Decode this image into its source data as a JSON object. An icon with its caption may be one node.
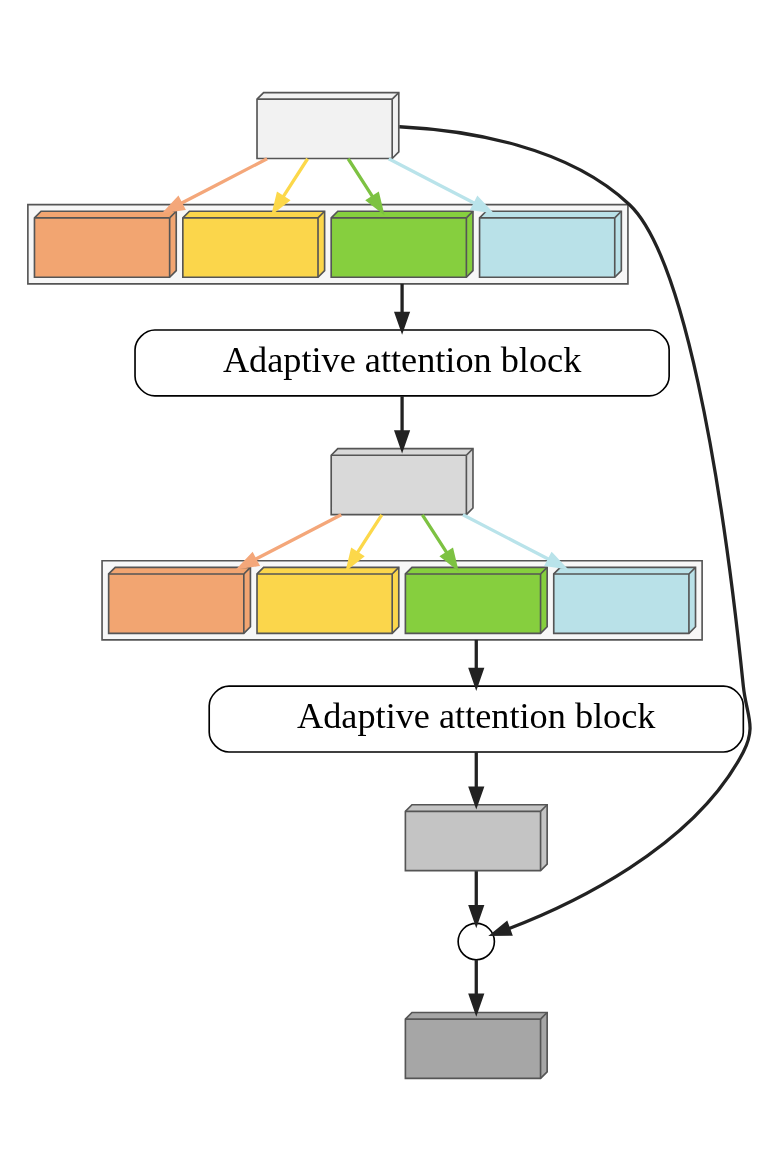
{
  "diagram": {
    "nodes": [
      {
        "text": [],
        "shape": "box"
      },
      {
        "text": [],
        "shape": "bar"
      },
      {
        "text": [],
        "shape": "box",
        "in": 1
      },
      {
        "text": [],
        "shape": "box",
        "in": 1
      },
      {
        "text": [],
        "shape": "box",
        "in": 1
      },
      {
        "text": [],
        "shape": "box",
        "in": 1
      },
      {
        "text": [
          "Adaptive attention block"
        ]
      },
      {
        "text": [],
        "shape": "box"
      },
      {
        "text": [],
        "shape": "bar"
      },
      {
        "text": [],
        "shape": "box",
        "in": 8
      },
      {
        "text": [],
        "shape": "box",
        "in": 8
      },
      {
        "text": [],
        "shape": "box",
        "in": 8
      },
      {
        "text": [],
        "shape": "box",
        "in": 8
      },
      {
        "text": [
          "Adaptive attention block"
        ]
      },
      {
        "text": [],
        "shape": "box"
      },
      {
        "text": [],
        "shape": "circle"
      },
      {
        "text": [],
        "shape": "box"
      }
    ],
    "edges": [
      {
        "from": 0,
        "to": 2,
        "arrow": "to",
        "color": "#f4a77a"
      },
      {
        "from": 0,
        "to": 3,
        "arrow": "to",
        "color": "#fcd84a"
      },
      {
        "from": 0,
        "to": 4,
        "arrow": "to",
        "color": "#7dc242"
      },
      {
        "from": 0,
        "to": 5,
        "arrow": "to",
        "color": "#b9e3ea"
      },
      {
        "from": 1,
        "to": 6,
        "arrow": "to"
      },
      {
        "from": 6,
        "to": 7,
        "arrow": "to"
      },
      {
        "from": 7,
        "to": 9,
        "arrow": "to",
        "color": "#f4a77a"
      },
      {
        "from": 7,
        "to": 10,
        "arrow": "to",
        "color": "#fcd84a"
      },
      {
        "from": 7,
        "to": 11,
        "arrow": "to",
        "color": "#7dc242"
      },
      {
        "from": 7,
        "to": 12,
        "arrow": "to",
        "color": "#b9e3ea"
      },
      {
        "from": 8,
        "to": 13,
        "arrow": "to"
      },
      {
        "from": 13,
        "to": 14,
        "arrow": "to"
      },
      {
        "from": 14,
        "to": 15,
        "arrow": "to"
      },
      {
        "from": 0,
        "to": 15,
        "arrow": "to"
      },
      {
        "from": 15,
        "to": 16,
        "arrow": "to"
      }
    ]
  }
}
